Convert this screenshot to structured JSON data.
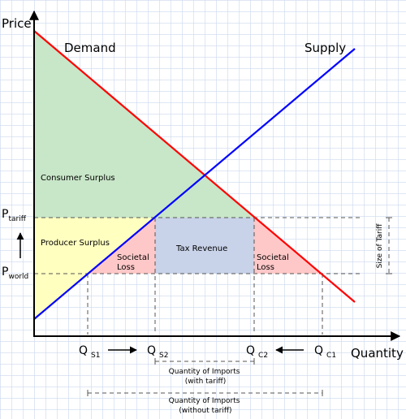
{
  "axes": {
    "y_label": "Price",
    "x_label": "Quantity"
  },
  "curves": {
    "demand": {
      "label": "Demand",
      "color": "#ff0000"
    },
    "supply": {
      "label": "Supply",
      "color": "#0000ff"
    }
  },
  "prices": {
    "tariff": {
      "main": "P",
      "sub": "tariff"
    },
    "world": {
      "main": "P",
      "sub": "world"
    }
  },
  "quantities": {
    "s1": {
      "main": "Q",
      "sub": "S1"
    },
    "s2": {
      "main": "Q",
      "sub": "S2"
    },
    "c2": {
      "main": "Q",
      "sub": "C2"
    },
    "c1": {
      "main": "Q",
      "sub": "C1"
    }
  },
  "regions": {
    "consumer_surplus": {
      "label": "Consumer Surplus",
      "color": "#c8e6c8"
    },
    "producer_surplus": {
      "label": "Producer Surplus",
      "color": "#ffffc0"
    },
    "tax_revenue": {
      "label": "Tax Revenue",
      "color": "#c8d2e8"
    },
    "societal_loss": {
      "line1": "Societal",
      "line2": "Loss",
      "color": "#ffc8c8"
    }
  },
  "annotations": {
    "size_of_tariff": "Size of Tariff",
    "imports_with_tariff": {
      "line1": "Quantity of Imports",
      "line2": "(with tariff)"
    },
    "imports_without_tariff": {
      "line1": "Quantity of Imports",
      "line2": "(without tariff)"
    }
  }
}
